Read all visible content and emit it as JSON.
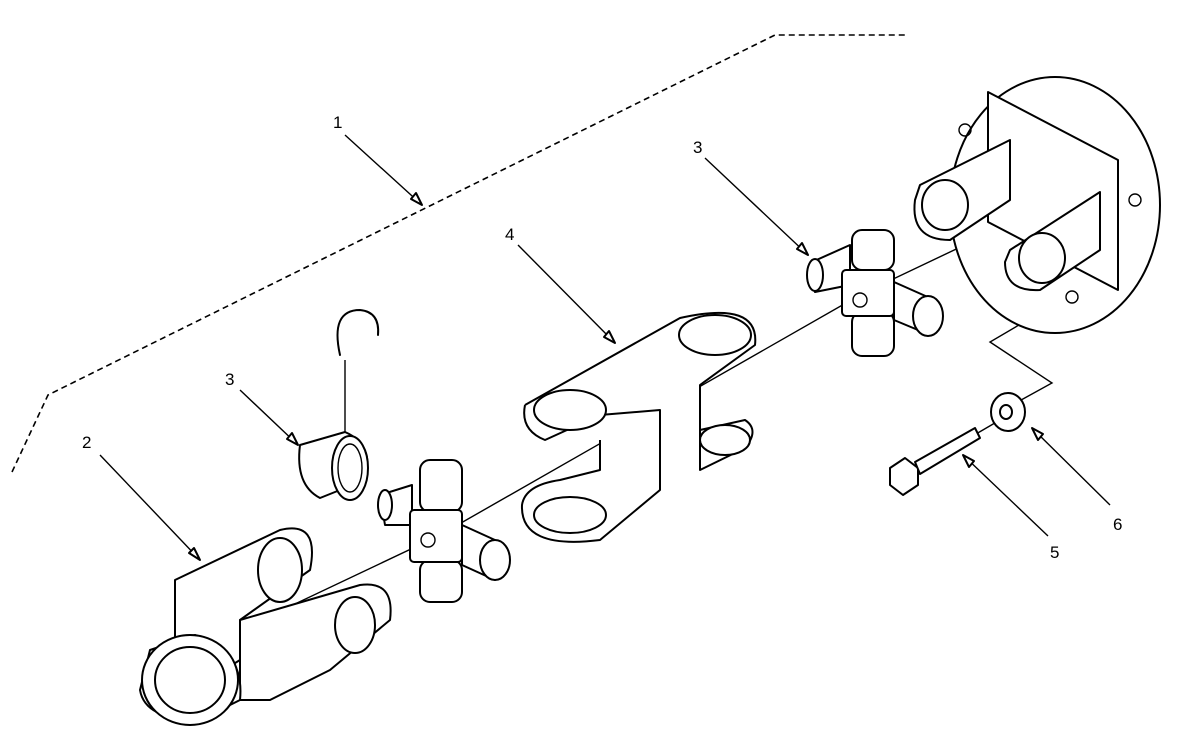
{
  "callouts": [
    {
      "label": "1"
    },
    {
      "label": "2"
    },
    {
      "label": "3"
    },
    {
      "label": "3"
    },
    {
      "label": "4"
    },
    {
      "label": "5"
    },
    {
      "label": "6"
    }
  ],
  "icons": [
    "flange-yoke",
    "center-yoke",
    "universal-joint-cross",
    "bearing-cup",
    "retaining-hook",
    "end-yoke",
    "bolt",
    "washer"
  ]
}
